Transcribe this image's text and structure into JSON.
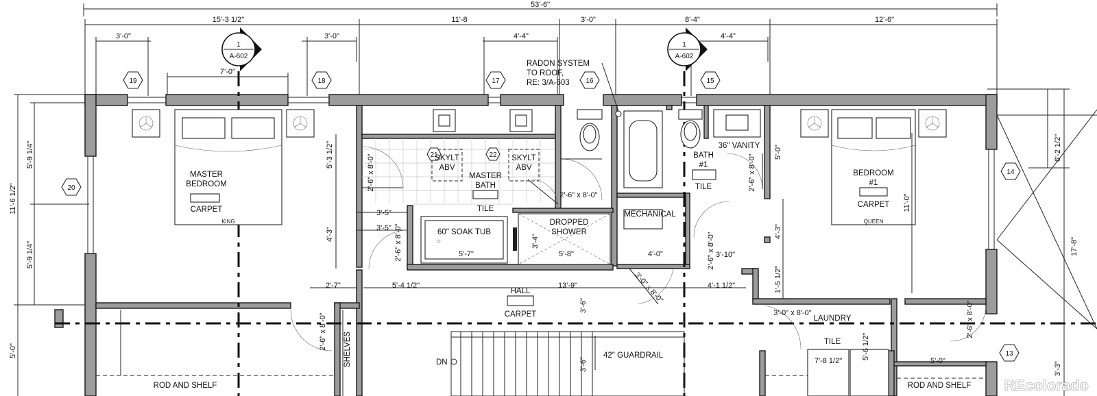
{
  "overall_dimension": "53'-6\"",
  "top_dimensions": [
    {
      "id": "d-15-3",
      "text": "15'-3 1/2\""
    },
    {
      "id": "d-11-8",
      "text": "11'-8"
    },
    {
      "id": "d-3-0-top",
      "text": "3'-0\""
    },
    {
      "id": "d-8-4",
      "text": "8'-4\""
    },
    {
      "id": "d-12-6",
      "text": "12'-6\""
    }
  ],
  "sub_dimensions": [
    {
      "id": "d-3-0-a",
      "text": "3'-0\""
    },
    {
      "id": "d-3-0-b",
      "text": "3'-0\""
    },
    {
      "id": "d-4-4-a",
      "text": "4'-4\""
    },
    {
      "id": "d-4-4-b",
      "text": "4'-4\""
    },
    {
      "id": "d-7-0",
      "text": "7'-0\""
    }
  ],
  "section_markers": [
    {
      "id": "section-marker-left",
      "num": "1",
      "ref": "A-602"
    },
    {
      "id": "section-marker-right",
      "num": "1",
      "ref": "A-602"
    }
  ],
  "window_tags": [
    "19",
    "18",
    "17",
    "16",
    "15",
    "20",
    "14",
    "13"
  ],
  "room_tags": [
    "21",
    "22"
  ],
  "radon_note": [
    "RADON SYSTEM",
    "TO ROOF,",
    "RE: 3/A-603"
  ],
  "rooms": {
    "master_bedroom": [
      "MASTER",
      "BEDROOM"
    ],
    "master_bedroom_floor": "CARPET",
    "king": "KING",
    "master_bath": [
      "MASTER",
      "BATH"
    ],
    "master_bath_floor": "TILE",
    "skylight": [
      "SKYLT",
      "ABV"
    ],
    "soak_tub": "60\" SOAK TUB",
    "shower": [
      "DROPPED",
      "SHOWER"
    ],
    "mechanical": "MECHANICAL",
    "bath1": [
      "BATH",
      "#1"
    ],
    "bath1_floor": "TILE",
    "vanity": "36\" VANITY",
    "bedroom1": [
      "BEDROOM",
      "#1"
    ],
    "bedroom1_floor": "CARPET",
    "queen": "QUEEN",
    "hall": "HALL",
    "hall_floor": "CARPET",
    "laundry": "LAUNDRY",
    "laundry_floor": "TILE",
    "shelves": "SHELVES",
    "rod_shelf": "ROD AND SHELF",
    "guardrail": "42\" GUARDRAIL",
    "down": "DN"
  },
  "interior_dimensions": {
    "d_5_3": "5'-3 1/2\"",
    "d_3_5a": "3'-5\"",
    "d_3_5b": "3'-5\"",
    "d_4_3_left": "4'-3\"",
    "d_5_7": "5'-7\"",
    "d_5_8": "5'-8\"",
    "d_3_4": "3'-4\"",
    "d_4_0": "4'-0\"",
    "d_3_10": "3'-10\"",
    "d_2_7": "2'-7\"",
    "d_5_4": "5'-4 1/2\"",
    "d_13_9": "13'-9\"",
    "d_3_6a": "3'-6\"",
    "d_3_6b": "3'-6\"",
    "d_4_1": "4'-1 1/2\"",
    "d_5_0_right": "5'-0\"",
    "d_4_3_right": "4'-3\"",
    "d_11_0": "11'-0\"",
    "d_1_5": "1'-5 1/2\"",
    "d_5_6": "5'-6 1/2\"",
    "d_7_8": "7'-8 1/2\"",
    "d_5_0_bottom": "5'-0\"",
    "d_3_3": "3'-3\""
  },
  "door_labels": {
    "door_2_6_a": "2'-6\" x 8'-0\"",
    "door_2_6_b": "2'-6\" x 8'-0\"",
    "door_2_6_c": "2'-6\" x 8'-0\"",
    "door_2_6_d": "2'-6\" x 8'-0\"",
    "door_2_6_e": "2'-6\" x 8'-0\"",
    "door_2_6_f": "2'-6\" x 8'-0\"",
    "door_2_6_g": "2'-6\" x 8'-0\"",
    "door_3_0_a": "3'-0\" x 8'-0\"",
    "door_3_0_b": "3'-0\" x 8'-0\""
  },
  "left_dimensions": {
    "d_11_6": "11'-6 1/2\"",
    "d_5_9_a": "5'-9 1/4\"",
    "d_5_9_b": "5'-9 1/4\"",
    "d_5_0": "5'-0\""
  },
  "right_dimensions": {
    "d_6_2": "6'-2 1/2\"",
    "d_17_8": "17'-8\""
  },
  "watermark": "REcolorado"
}
